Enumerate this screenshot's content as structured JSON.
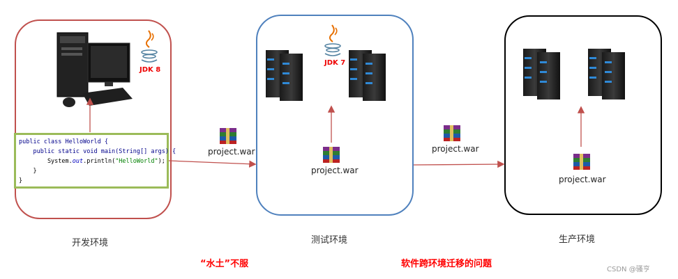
{
  "environments": {
    "dev": {
      "label": "开发环境",
      "jdk": "JDK 8"
    },
    "test": {
      "label": "测试环境",
      "jdk": "JDK 7"
    },
    "prod": {
      "label": "生产环境"
    }
  },
  "code": {
    "line1": "public class HelloWorld {",
    "line2": "    public static void main(String[] args) {",
    "line3_prefix": "        System.",
    "line3_field": "out",
    "line3_mid": ".println(",
    "line3_str": "\"HelloWorld\"",
    "line3_end": ");",
    "line4": "    }",
    "line5": "}"
  },
  "artifacts": {
    "war_dev_to_test": "project.war",
    "war_in_test": "project.war",
    "war_test_to_prod": "project.war",
    "war_in_prod": "project.war"
  },
  "notes": {
    "left": "“水土”不服",
    "right": "软件跨环境迁移的问题"
  },
  "watermark": "CSDN @骚亨",
  "colors": {
    "dev_border": "#c0504d",
    "test_border": "#4f81bd",
    "prod_border": "#000000",
    "code_border": "#9bbb59",
    "arrow": "#c0504d",
    "note": "#ff0000"
  }
}
